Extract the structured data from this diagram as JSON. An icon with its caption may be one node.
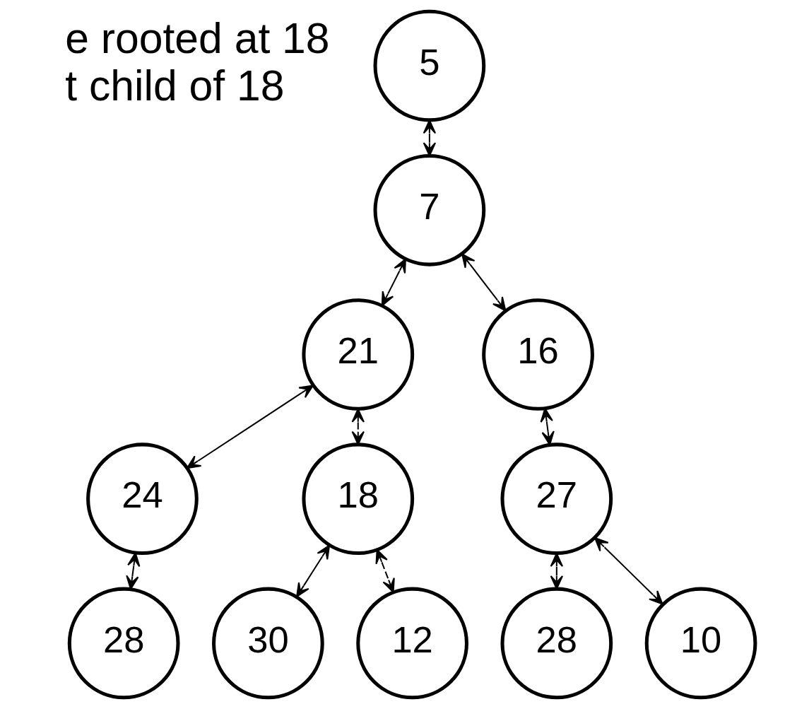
{
  "diagram": {
    "nodes": [
      {
        "text": [
          "5"
        ]
      },
      {
        "text": [
          "7"
        ]
      },
      {
        "text": [
          "21"
        ]
      },
      {
        "text": [
          "16"
        ]
      },
      {
        "text": [
          "24"
        ]
      },
      {
        "text": [
          "18"
        ]
      },
      {
        "text": [
          "27"
        ]
      },
      {
        "text": [
          "28"
        ]
      },
      {
        "text": [
          "30"
        ]
      },
      {
        "text": [
          "12"
        ]
      },
      {
        "text": [
          "28"
        ]
      },
      {
        "text": [
          "10"
        ]
      }
    ],
    "edges": [
      {
        "from": 0,
        "to": 1,
        "arrow": "both"
      },
      {
        "from": 1,
        "to": 2,
        "arrow": "both"
      },
      {
        "from": 1,
        "to": 3,
        "arrow": "both"
      },
      {
        "from": 2,
        "to": 4,
        "arrow": "both"
      },
      {
        "from": 2,
        "to": 5,
        "arrow": "both",
        "style": "dashed"
      },
      {
        "from": 3,
        "to": 6,
        "arrow": "both"
      },
      {
        "from": 4,
        "to": 7,
        "arrow": "both"
      },
      {
        "from": 5,
        "to": 8,
        "arrow": "both"
      },
      {
        "from": 5,
        "to": 9,
        "arrow": "both",
        "style": "dashed"
      },
      {
        "from": 6,
        "to": 10,
        "arrow": "both"
      },
      {
        "from": 6,
        "to": 11,
        "arrow": "both"
      }
    ],
    "labels": [
      "e rooted at 18",
      "t child of 18"
    ]
  }
}
